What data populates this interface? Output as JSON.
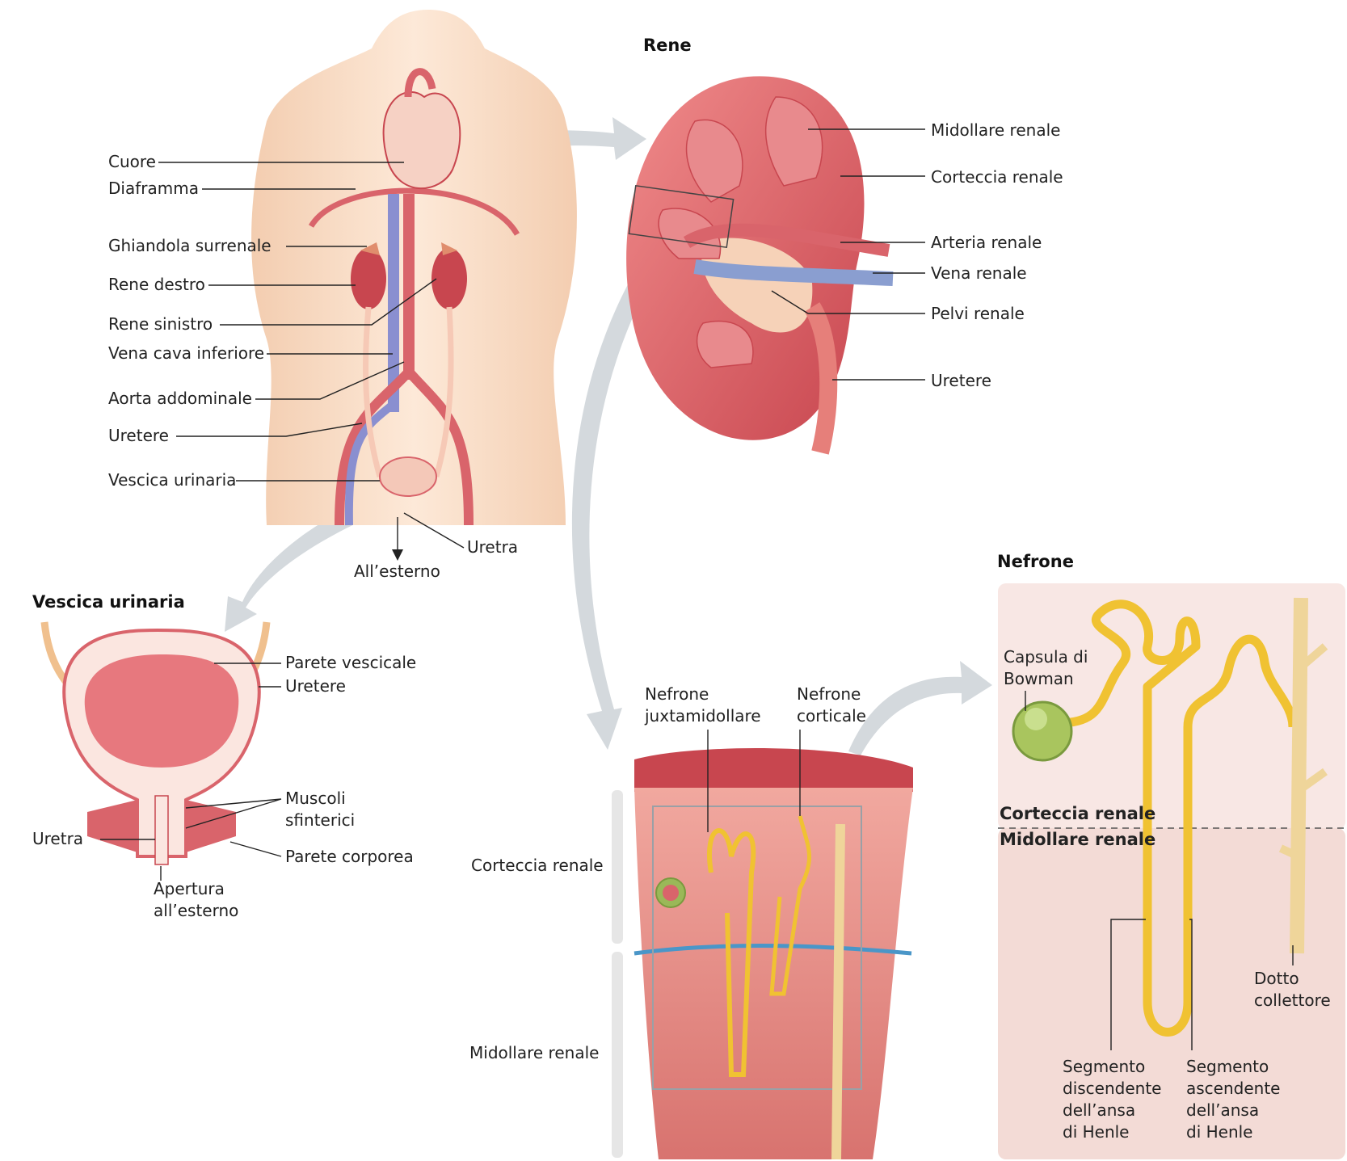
{
  "titles": {
    "kidney": "Rene",
    "bladder": "Vescica urinaria",
    "nephron": "Nefrone"
  },
  "body": {
    "heart": "Cuore",
    "diaphragm": "Diaframma",
    "adrenal": "Ghiandola surrenale",
    "right_kidney": "Rene destro",
    "left_kidney": "Rene sinistro",
    "vena_cava": "Vena cava inferiore",
    "aorta": "Aorta addominale",
    "ureter": "Uretere",
    "bladder": "Vescica urinaria",
    "urethra": "Uretra",
    "outside": "All’esterno"
  },
  "kidney": {
    "medulla": "Midollare renale",
    "cortex": "Corteccia renale",
    "artery": "Arteria renale",
    "vein": "Vena renale",
    "pelvis": "Pelvi renale",
    "ureter": "Uretere"
  },
  "bladder": {
    "wall": "Parete vescicale",
    "ureter": "Uretere",
    "sphincters_1": "Muscoli",
    "sphincters_2": "sfinterici",
    "body_wall": "Parete corporea",
    "urethra": "Uretra",
    "opening_1": "Apertura",
    "opening_2": "all’esterno"
  },
  "section": {
    "jux_1": "Nefrone",
    "jux_2": "juxtamidollare",
    "cort_1": "Nefrone",
    "cort_2": "corticale",
    "cortex": "Corteccia renale",
    "medulla": "Midollare renale"
  },
  "nephron": {
    "bowman_1": "Capsula di",
    "bowman_2": "Bowman",
    "cortex": "Corteccia renale",
    "medulla": "Midollare renale",
    "duct_1": "Dotto",
    "duct_2": "collettore",
    "desc_1": "Segmento",
    "desc_2": "discendente",
    "desc_3": "dell’ansa",
    "desc_4": "di Henle",
    "asc_1": "Segmento",
    "asc_2": "ascendente",
    "asc_3": "dell’ansa",
    "asc_4": "di Henle"
  },
  "colors": {
    "skin": "#fbe3cf",
    "organ": "#d9646b",
    "vein": "#8a8fd0",
    "tubule": "#f0c232",
    "arrow": "#d4d9dd",
    "nephron_panel": "#f8e7e4"
  }
}
